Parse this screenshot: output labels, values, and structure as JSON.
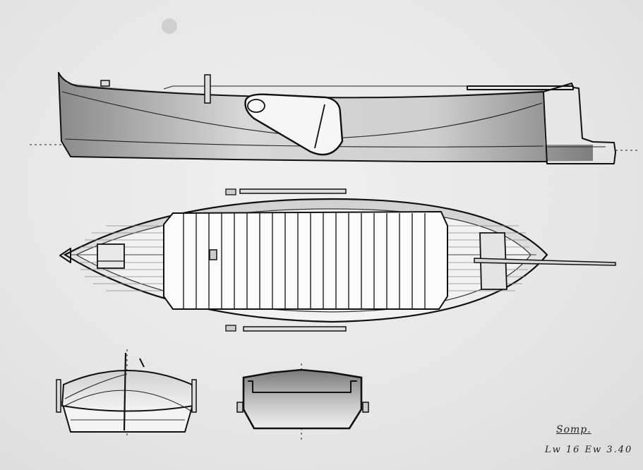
{
  "labels": {
    "title": "Somp.",
    "dimensions": "Lw 16   Ew 3.40"
  },
  "colors": {
    "paper": "#e7e7e7",
    "ink": "#111111",
    "hull_shade": "#9c9c9c",
    "deck_plank": "#f7f7f7"
  },
  "views": [
    "side-elevation",
    "deck-plan",
    "bow-section",
    "midship-section"
  ]
}
